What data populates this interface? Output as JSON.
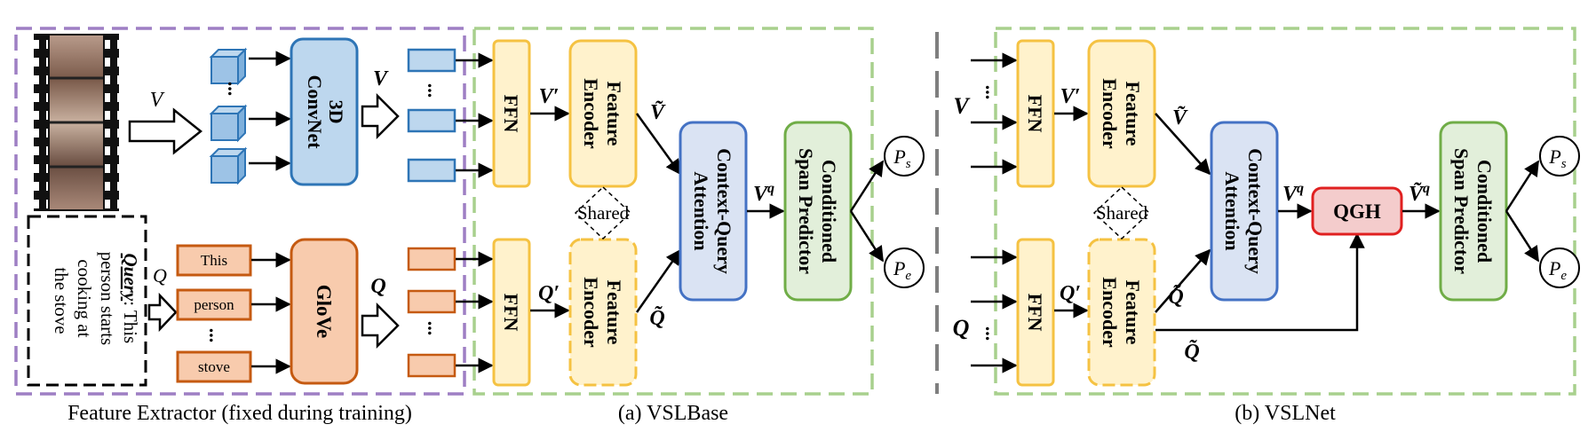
{
  "captions": {
    "feature_extractor": "Feature Extractor (fixed during training)",
    "vslbase": "(a) VSLBase",
    "vslnet": "(b) VSLNet"
  },
  "extractor": {
    "input_v": "V",
    "input_q": "Q",
    "convnet": "3D ConvNet",
    "glove": "GloVe",
    "out_v": "V",
    "out_q": "Q",
    "query_label": "Query",
    "query_text": "This person starts cooking at the stove",
    "words": [
      "This",
      "person",
      "stove"
    ],
    "ellipsis": "..."
  },
  "modules": {
    "ffn": "FFN",
    "feature_encoder": "Feature Encoder",
    "shared": "Shared",
    "cq_attention": "Context-Query Attention",
    "span_predictor": "Conditioned Span Predictor",
    "qgh": "QGH"
  },
  "symbols": {
    "v": "V",
    "q": "Q",
    "v_prime": "V′",
    "q_prime": "Q′",
    "v_tilde": "Ṽ",
    "q_tilde": "Q̃",
    "v_q": "Vq",
    "v_q_tilde": "Ṽq",
    "ps": "Ps",
    "pe": "Pe"
  },
  "colors": {
    "extractor_border": "#9e7fc4",
    "model_border": "#a8d08d",
    "cube_fill": "#9dc3e6",
    "cube_stroke": "#2e75b6",
    "convnet_fill": "#bdd7ee",
    "convnet_stroke": "#2e75b6",
    "glove_fill": "#f8cbad",
    "glove_stroke": "#c55a11",
    "ffn_fill": "#fff2cc",
    "ffn_stroke": "#f5c242",
    "attn_fill": "#dae3f3",
    "attn_stroke": "#4472c4",
    "span_fill": "#e2efda",
    "span_stroke": "#70ad47",
    "qgh_fill": "#f4cccc",
    "qgh_stroke": "#e02020"
  }
}
